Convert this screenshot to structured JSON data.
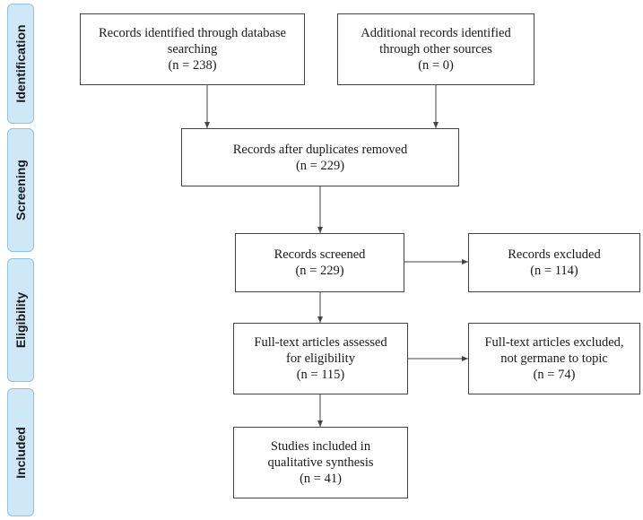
{
  "phases": {
    "identification": "Identification",
    "screening": "Screening",
    "eligibility": "Eligibility",
    "included": "Included"
  },
  "boxes": {
    "database": {
      "line1": "Records identified through database",
      "line2": "searching",
      "count": "(n = 238)"
    },
    "other_sources": {
      "line1": "Additional records identified",
      "line2": "through other sources",
      "count": "(n = 0)"
    },
    "duplicates_removed": {
      "line1": "Records after duplicates removed",
      "count": "(n = 229)"
    },
    "screened": {
      "line1": "Records screened",
      "count": "(n = 229)"
    },
    "excluded": {
      "line1": "Records excluded",
      "count": "(n = 114)"
    },
    "fulltext_assessed": {
      "line1": "Full-text articles assessed",
      "line2": "for eligibility",
      "count": "(n = 115)"
    },
    "fulltext_excluded": {
      "line1": "Full-text articles excluded,",
      "line2": "not germane to topic",
      "count": "(n = 74)"
    },
    "included_studies": {
      "line1": "Studies included in",
      "line2": "qualitative synthesis",
      "count": "(n = 41)"
    }
  },
  "colors": {
    "phase_fill": "#cfe8f8",
    "phase_border": "#8ec3e6",
    "line": "#444444"
  }
}
